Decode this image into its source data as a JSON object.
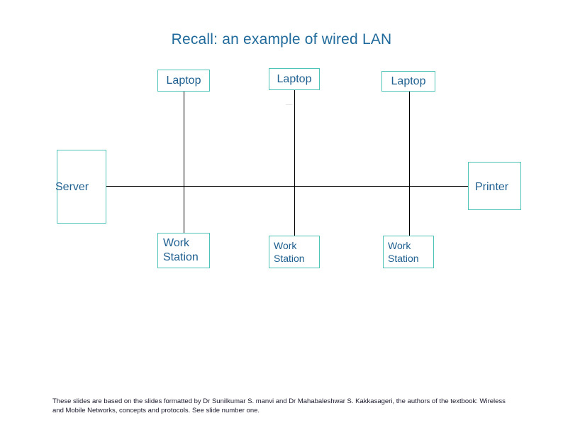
{
  "slide": {
    "title": "Recall: an example of wired LAN",
    "footer": "These slides are based on the slides formatted by Dr Sunilkumar S. manvi and Dr Mahabaleshwar S. Kakkasageri, the authors of the textbook: Wireless and Mobile Networks, concepts and protocols. See slide number one."
  },
  "colors": {
    "title_blue": "#1F6A9B",
    "node_text_blue": "#1F6090",
    "node_border_teal": "#4FC3B8",
    "wire_black": "#000000",
    "background": "#ffffff"
  },
  "diagram": {
    "type": "network-topology-bus",
    "top_nodes": [
      {
        "id": "laptop-1",
        "label": "Laptop"
      },
      {
        "id": "laptop-2",
        "label": "Laptop"
      },
      {
        "id": "laptop-3",
        "label": "Laptop"
      }
    ],
    "left_node": {
      "id": "server-box",
      "label": "Server"
    },
    "right_node": {
      "id": "printer-box",
      "label": "Printer"
    },
    "bottom_nodes": [
      {
        "id": "workstation-1",
        "label": "Work\nStation"
      },
      {
        "id": "workstation-2",
        "label": "Work\nStation"
      },
      {
        "id": "workstation-3",
        "label": "Work\nStation"
      }
    ]
  }
}
